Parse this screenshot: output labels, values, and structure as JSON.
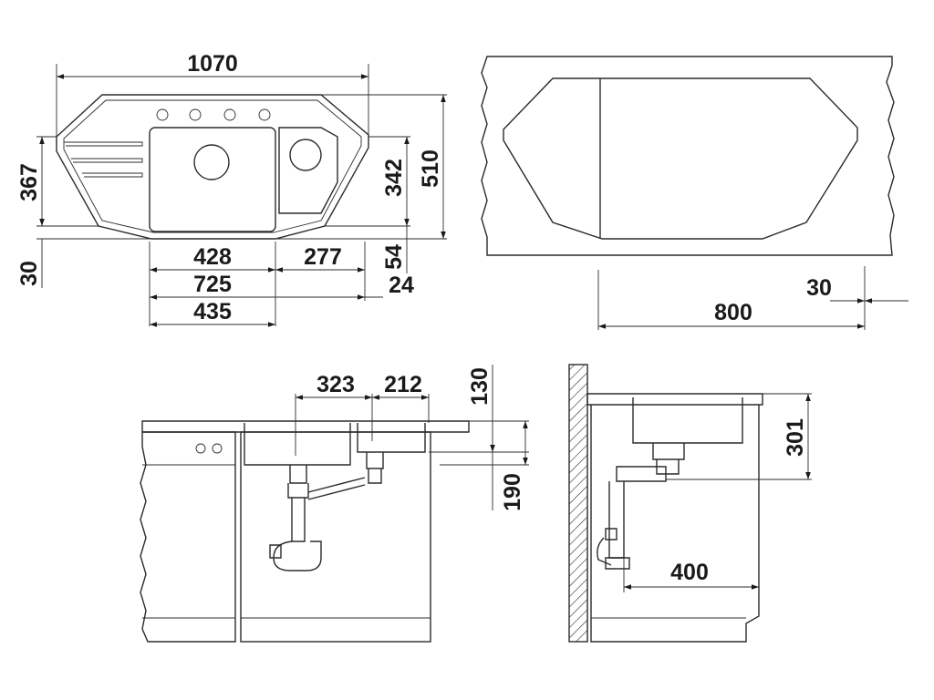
{
  "dimensions": {
    "top_width": "1070",
    "left_height": "367",
    "left_bottom": "30",
    "right_inner_height": "342",
    "right_total_height": "510",
    "right_lower": "54",
    "right_lowest": "24",
    "bottom_left_bowl": "428",
    "bottom_right_bowl": "277",
    "bottom_overall": "725",
    "bottom_base": "435",
    "cutout_width": "800",
    "cutout_margin": "30",
    "front_left_bowl": "323",
    "front_right_bowl": "212",
    "front_depth": "130",
    "front_drain_depth": "190",
    "side_depth": "301",
    "side_drain_offset": "400"
  },
  "colors": {
    "line": "#2b2b2b",
    "text": "#1a1a1a",
    "background": "#ffffff"
  }
}
